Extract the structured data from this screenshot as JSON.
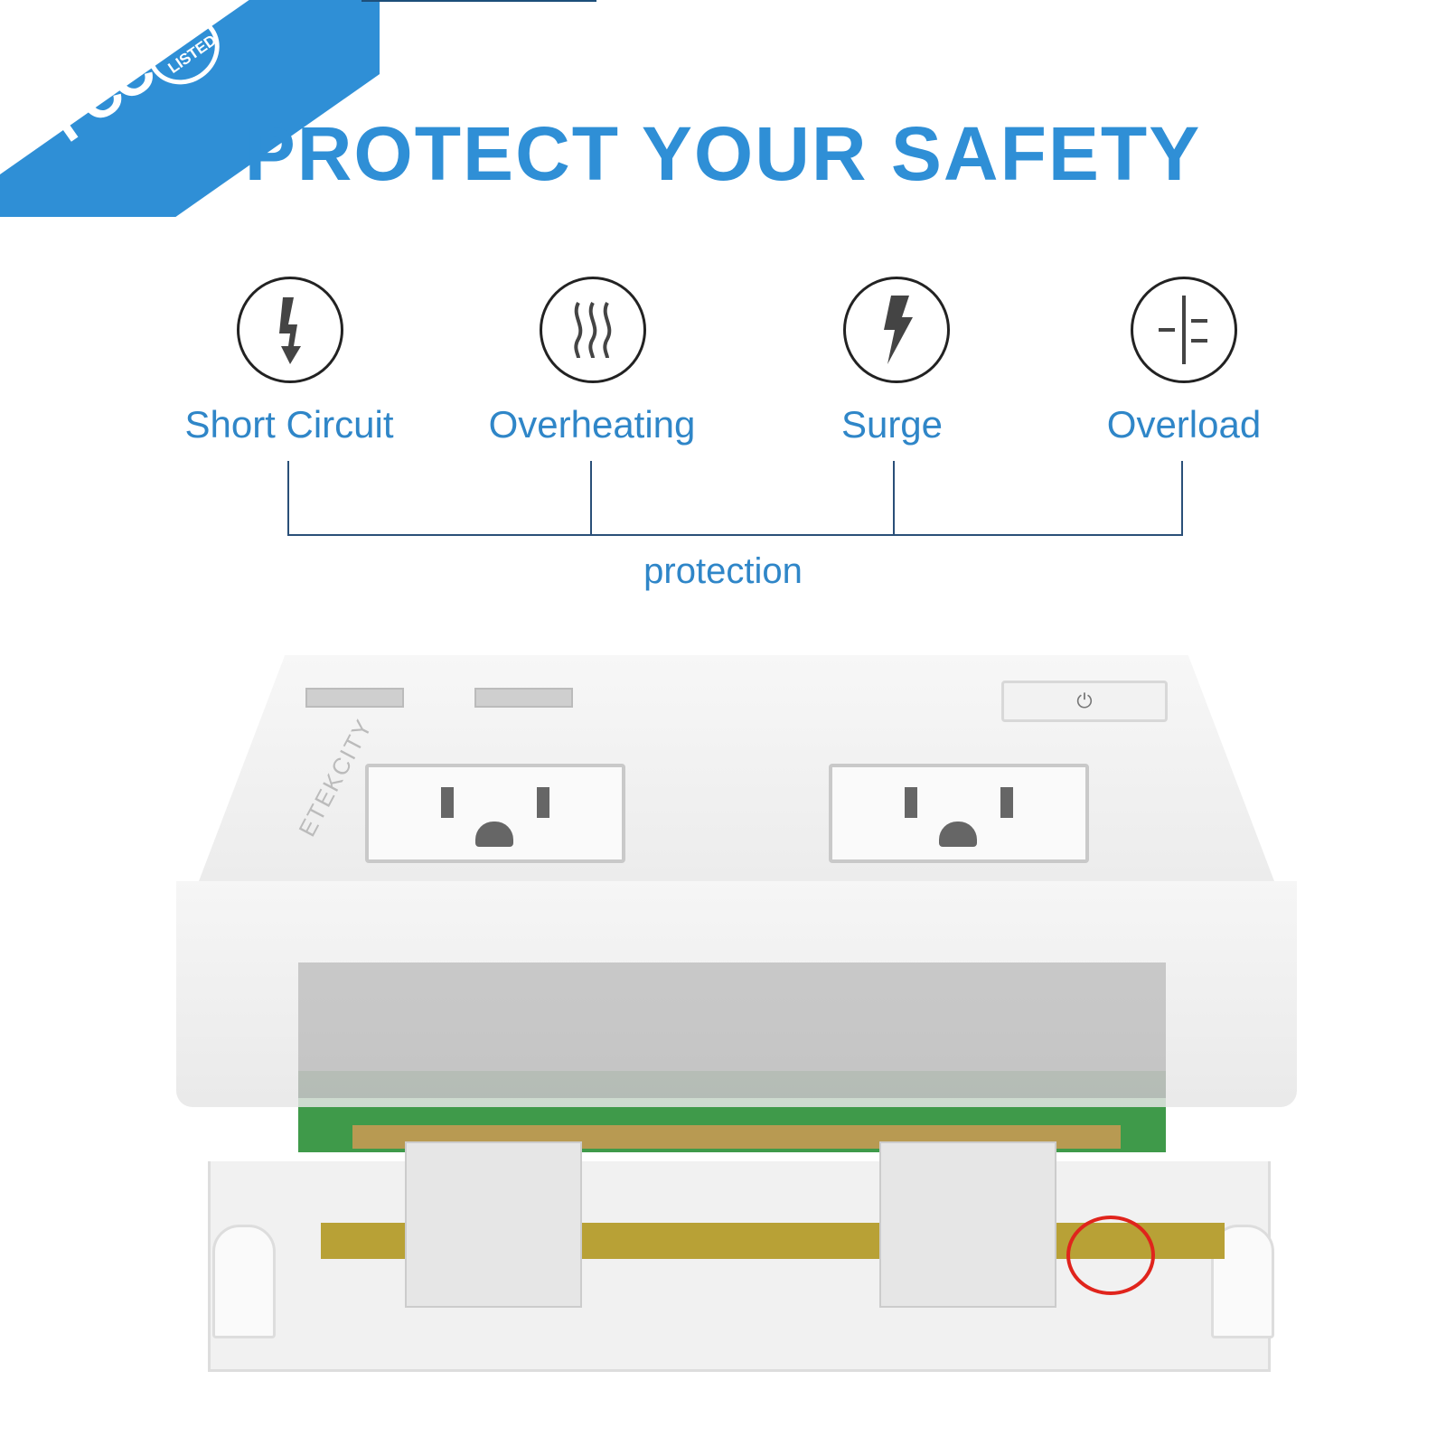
{
  "certifications": [
    "FCC",
    "ETL LISTED"
  ],
  "headline": "PROTECT YOUR SAFETY",
  "protections": [
    {
      "label": "Short Circuit",
      "icon": "lightning-arrow-icon"
    },
    {
      "label": "Overheating",
      "icon": "heat-waves-icon"
    },
    {
      "label": "Surge",
      "icon": "lightning-bolt-icon"
    },
    {
      "label": "Overload",
      "icon": "capacitor-icon"
    }
  ],
  "footer_label": "protection",
  "product": {
    "brand": "ETEKCITY",
    "power_symbol": "⏻"
  },
  "colors": {
    "accent": "#2f8fd6",
    "label": "#2f86c8",
    "bracket": "#2a4f78"
  }
}
